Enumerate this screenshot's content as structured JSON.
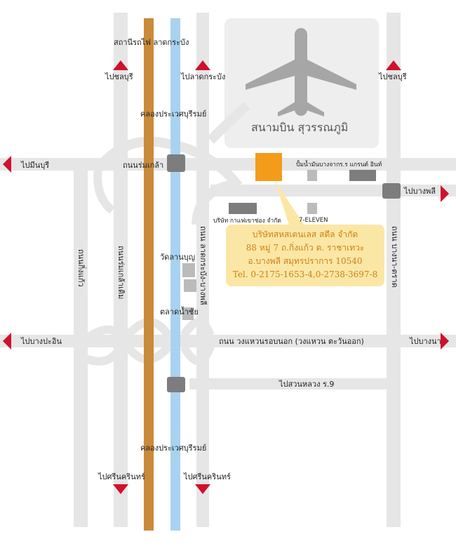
{
  "map": {
    "airport": {
      "name": "สนามบิน สุวรรณภูมิ",
      "icon": "airplane-icon"
    },
    "colors": {
      "road": "#e6e6e6",
      "canal": "#a9d2f0",
      "railway": "#c98a3a",
      "arrow": "#d0112b",
      "company": "#f39c1a",
      "info_bg": "#fbe7a5",
      "info_text": "#d08016",
      "building": "#7d7d7d",
      "airport_bg": "#eeeeee"
    },
    "labels": {
      "rail_station": "สถานีรถไฟ ลาดกระบัง",
      "to_chonburi_left": "ไปชลบุรี",
      "to_latkrabang": "ไปลาดกระบัง",
      "to_chonburi_right": "ไปชลบุรี",
      "canal_top": "คลองประเวศบุรีรมย์",
      "to_minburi": "ไปมีนบุรี",
      "romklao_road": "ถนนร่มเกล้า",
      "gas_station": "ปั้มน้ำมันบางจาก",
      "grand_inn": "ร.ร แกรนด์ อินท์",
      "to_bangphli": "ไปบางพลี",
      "coffee_co": "บริษัท กาแฟเขาช่อง จำกัด",
      "seven_eleven": "7-ELEVEN",
      "wat": "วัดลานบุญ",
      "market": "ตลาดน้ำชัย",
      "to_bang_pa_in": "ไปบางปะอิน",
      "outer_ring": "ถนน วงแหวนรอบนอก (วงแหวน ตะวันออก)",
      "to_bangna": "ไปบางนา",
      "to_suan_luang": "ไปสวนหลวง ร.9",
      "canal_bottom": "คลองประเวศบุรีรมย์",
      "to_srinakarin_left": "ไปศรีนครินทร์",
      "to_srinakarin_right": "ไปศรีนครินทร์",
      "road_v1": "ถนนกิ่งแก้ว",
      "road_v2": "ถนนร่มเกล้าเดิม",
      "road_v3": "ถนน ลาดกระบัง-บางพลี",
      "road_v4": "ถนน บางนา-ตราด"
    },
    "company": {
      "line1": "บริษัทสหสเตนเลส สตีล จำกัด",
      "line2": "88 หมู่ 7 ถ.กิ่งแก้ว ต. ราชาเทวะ",
      "line3": "อ.บางพลี สมุทรปราการ 10540",
      "line4": "Tel. 0-2175-1653-4,0-2738-3697-8"
    }
  }
}
